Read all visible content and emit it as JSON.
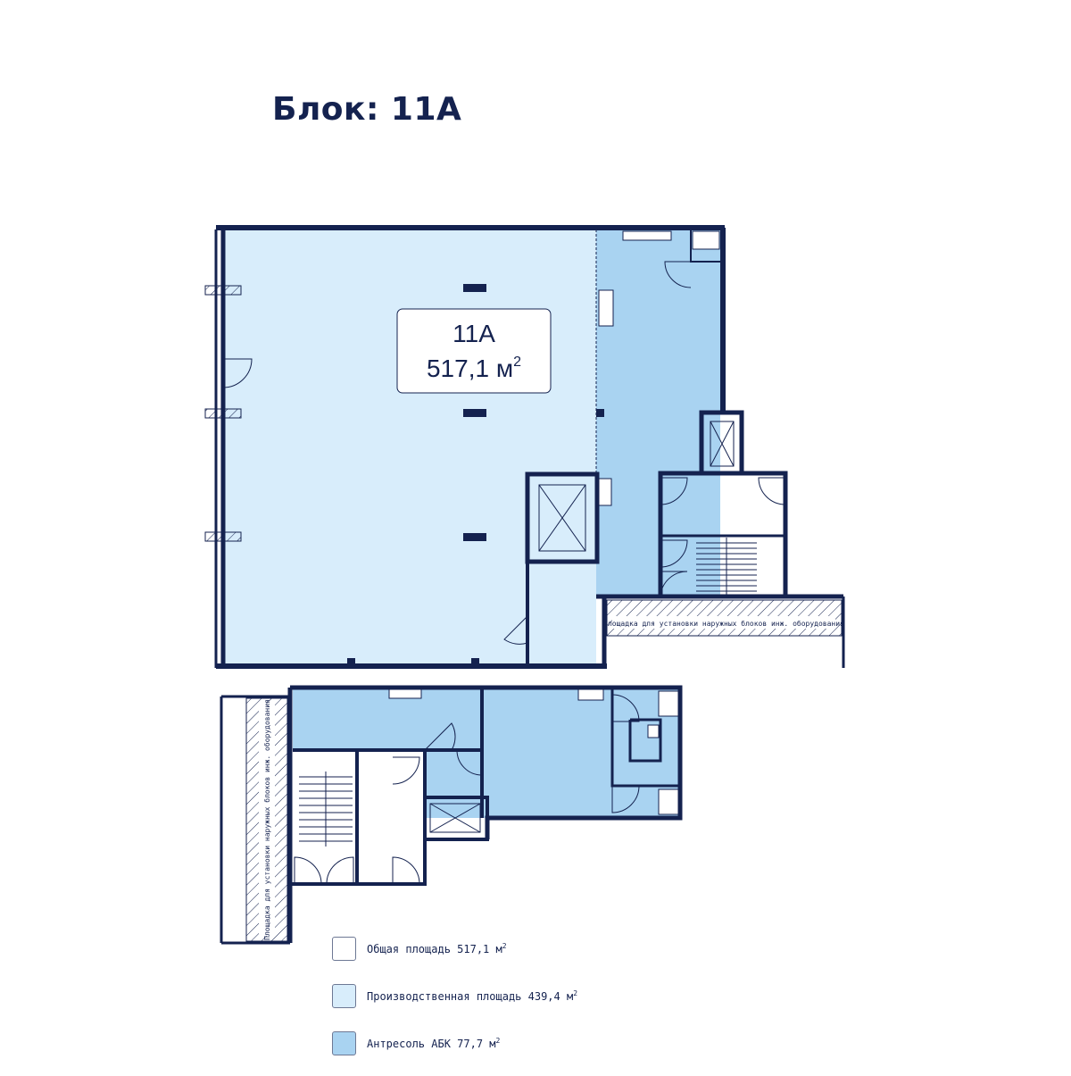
{
  "title": "Блок: 11А",
  "unit_label": {
    "name": "11А",
    "area_value": "517,1 м",
    "area_exp": "2"
  },
  "platform_labels": {
    "top": "Площадка для установки наружных блоков инж. оборудования",
    "left": "Площадка для установки наружных блоков инж. оборудования"
  },
  "legend": [
    {
      "text": "Общая площадь 517,1 м",
      "exp": "2",
      "color": "#ffffff"
    },
    {
      "text": "Производственная площадь 439,4 м",
      "exp": "2",
      "color": "#d8edfb"
    },
    {
      "text": "Антресоль АБК 77,7 м",
      "exp": "2",
      "color": "#a9d3f1"
    }
  ],
  "colors": {
    "wall": "#14224f",
    "production": "#d8edfb",
    "mezzanine": "#a9d3f1",
    "text": "#14224f"
  }
}
